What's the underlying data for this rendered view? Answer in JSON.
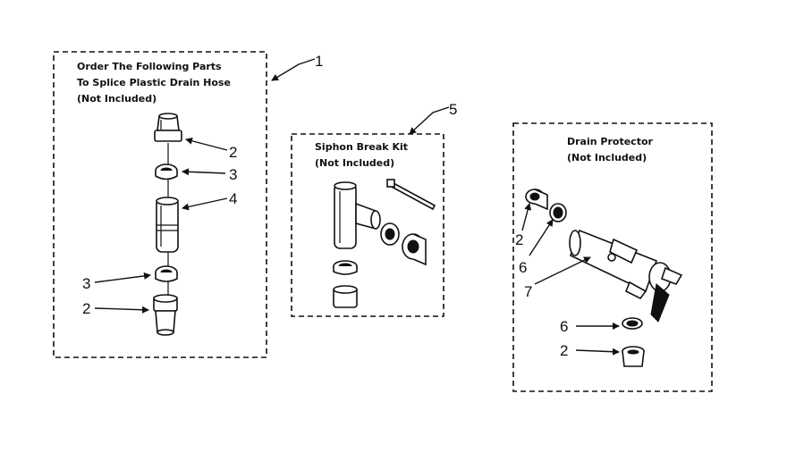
{
  "groups": {
    "splice": {
      "title_lines": [
        "Order The Following Parts",
        "To Splice Plastic Drain Hose",
        "(Not Included)"
      ],
      "callout": "1",
      "labels": [
        "2",
        "3",
        "4",
        "3",
        "2"
      ]
    },
    "siphon": {
      "title_lines": [
        "Siphon Break Kit",
        "(Not Included)"
      ],
      "callout": "5"
    },
    "drain": {
      "title_lines": [
        "Drain Protector",
        "(Not Included)"
      ],
      "labels": [
        "2",
        "6",
        "7",
        "6",
        "2"
      ]
    }
  }
}
